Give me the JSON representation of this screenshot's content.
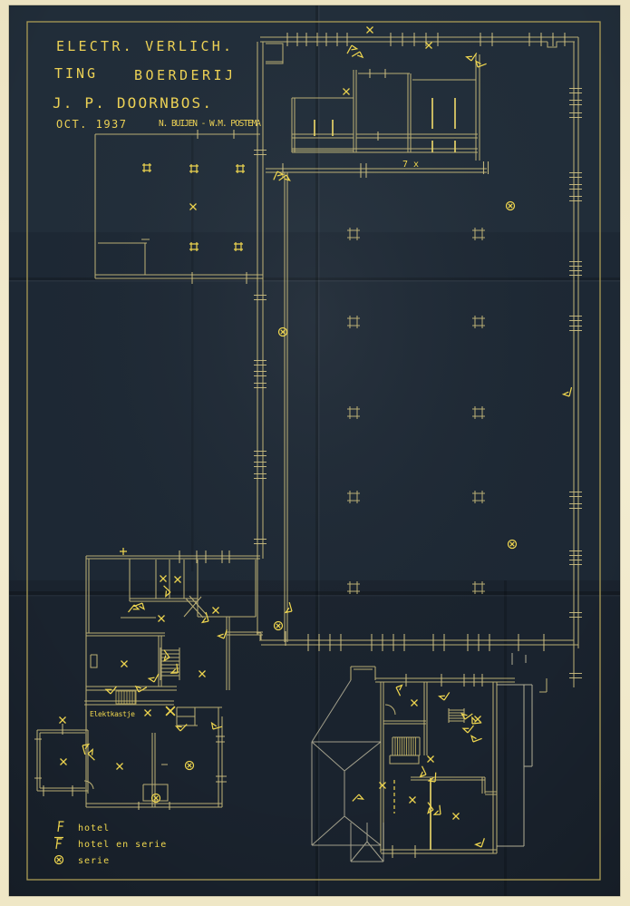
{
  "colors": {
    "photo_background": "#efe7c9",
    "sheet": "#1d2834",
    "line": "#c6b97a",
    "line_pale": "#d6cfae",
    "bright_annotation": "#eed54f",
    "frame": "#ab9c55"
  },
  "title_block": {
    "line1": "ELECTR. VERLICH.",
    "line2_left": "TING",
    "line2_right": "BOERDERIJ",
    "line3": "J. P. DOORNBOS.",
    "date": "OCT. 1937",
    "drafters": "N. BUIJEN - W.M. POSTEMA"
  },
  "annotations": {
    "stall_count": "7x",
    "electrical_box": "Elektkastje"
  },
  "legend": {
    "items": [
      {
        "symbol": "hotel-switch-icon",
        "label": "hotel"
      },
      {
        "symbol": "hotel-serie-switch-icon",
        "label": "hotel en serie"
      },
      {
        "symbol": "serie-lamp-icon",
        "label": "serie"
      }
    ]
  }
}
